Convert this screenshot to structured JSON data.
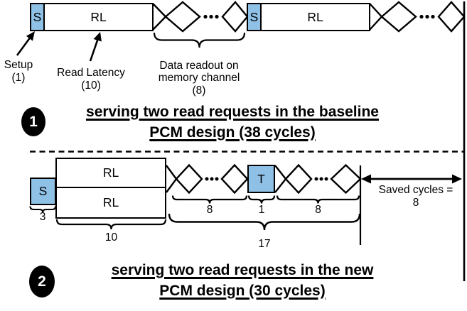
{
  "diagram": {
    "step1": {
      "badge": "1",
      "heading_line1": "serving two read requests in the baseline",
      "heading_line2": "PCM design (38 cycles)",
      "request1": {
        "setup_box": "S",
        "read_latency_box": "RL"
      },
      "request2": {
        "setup_box": "S",
        "read_latency_box": "RL"
      },
      "labels": {
        "setup": "Setup",
        "setup_cycles": "(1)",
        "read_latency": "Read Latency",
        "read_latency_cycles": "(10)",
        "readout_line1": "Data readout on",
        "readout_line2": "memory channel",
        "readout_cycles": "(8)"
      }
    },
    "step2": {
      "badge": "2",
      "heading_line1": "serving two read requests in the new",
      "heading_line2": "PCM design (30 cycles)",
      "setup_box": "S",
      "read_latency_top_box": "RL",
      "read_latency_bottom_box": "RL",
      "turnaround_box": "T",
      "measurements": {
        "setup_cycles": "3",
        "read_latency_cycles": "10",
        "readout1_cycles": "8",
        "turnaround_cycles": "1",
        "readout2_cycles": "8",
        "total_cycles": "17"
      },
      "saved_label": "Saved cycles =",
      "saved_value": "8"
    },
    "colors": {
      "box_fill_blue": "#8FC0E6",
      "line": "#000000"
    }
  }
}
